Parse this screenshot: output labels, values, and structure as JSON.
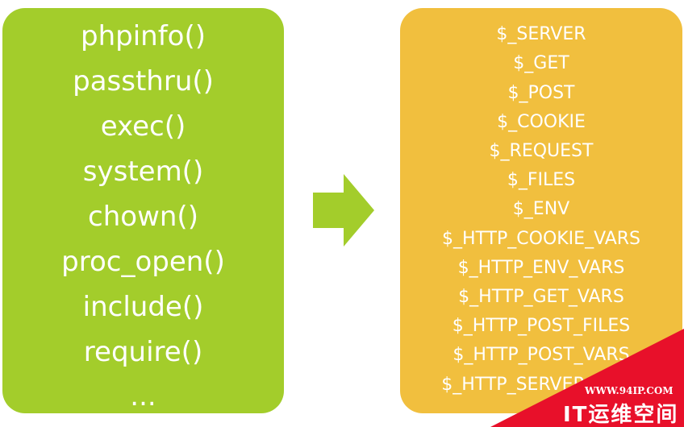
{
  "functions": {
    "items": [
      "phpinfo()",
      "passthru()",
      "exec()",
      "system()",
      "chown()",
      "proc_open()",
      "include()",
      "require()",
      "..."
    ]
  },
  "variables": {
    "items": [
      "$_SERVER",
      "$_GET",
      "$_POST",
      "$_COOKIE",
      "$_REQUEST",
      "$_FILES",
      "$_ENV",
      "$_HTTP_COOKIE_VARS",
      "$_HTTP_ENV_VARS",
      "$_HTTP_GET_VARS",
      "$_HTTP_POST_FILES",
      "$_HTTP_POST_VARS",
      "$_HTTP_SERVER_VARS"
    ]
  },
  "watermark": {
    "url": "WWW.94IP.COM",
    "brand": "IT运维空间"
  },
  "colors": {
    "left_box": "#a3cd2b",
    "right_box": "#f1bf3e",
    "arrow": "#a3cd2b",
    "watermark": "#e8102a",
    "text": "#ffffff"
  },
  "icons": {
    "arrow": "right-arrow-icon"
  }
}
